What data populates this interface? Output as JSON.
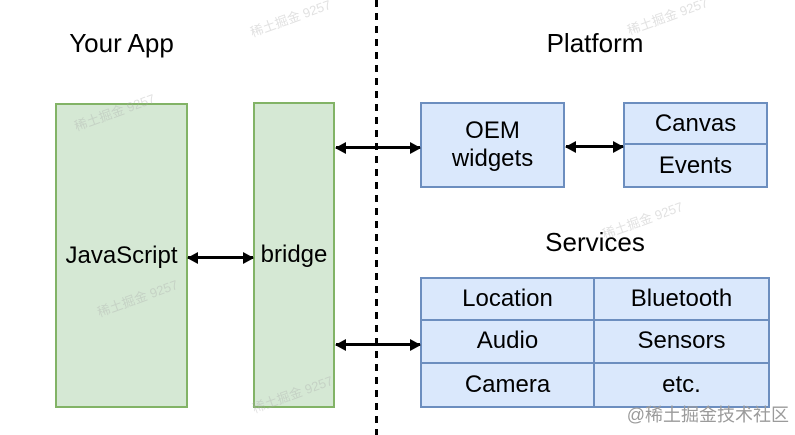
{
  "titles": {
    "your_app": "Your App",
    "platform": "Platform",
    "services": "Services"
  },
  "app": {
    "javascript": "JavaScript",
    "bridge": "bridge"
  },
  "platform": {
    "oem_line1": "OEM",
    "oem_line2": "widgets",
    "canvas": "Canvas",
    "events": "Events"
  },
  "services": {
    "rows": [
      [
        "Location",
        "Bluetooth"
      ],
      [
        "Audio",
        "Sensors"
      ],
      [
        "Camera",
        "etc."
      ]
    ]
  },
  "watermarks": {
    "diagonal": "稀土掘金 9257",
    "credit": "@稀土掘金技术社区"
  },
  "colors": {
    "green_fill": "#d5e8d4",
    "green_stroke": "#82b366",
    "blue_fill": "#dae8fc",
    "blue_stroke": "#6c8ebf",
    "arrow": "#000000",
    "divider": "#000000",
    "credit_text": "#9b9b9b"
  }
}
